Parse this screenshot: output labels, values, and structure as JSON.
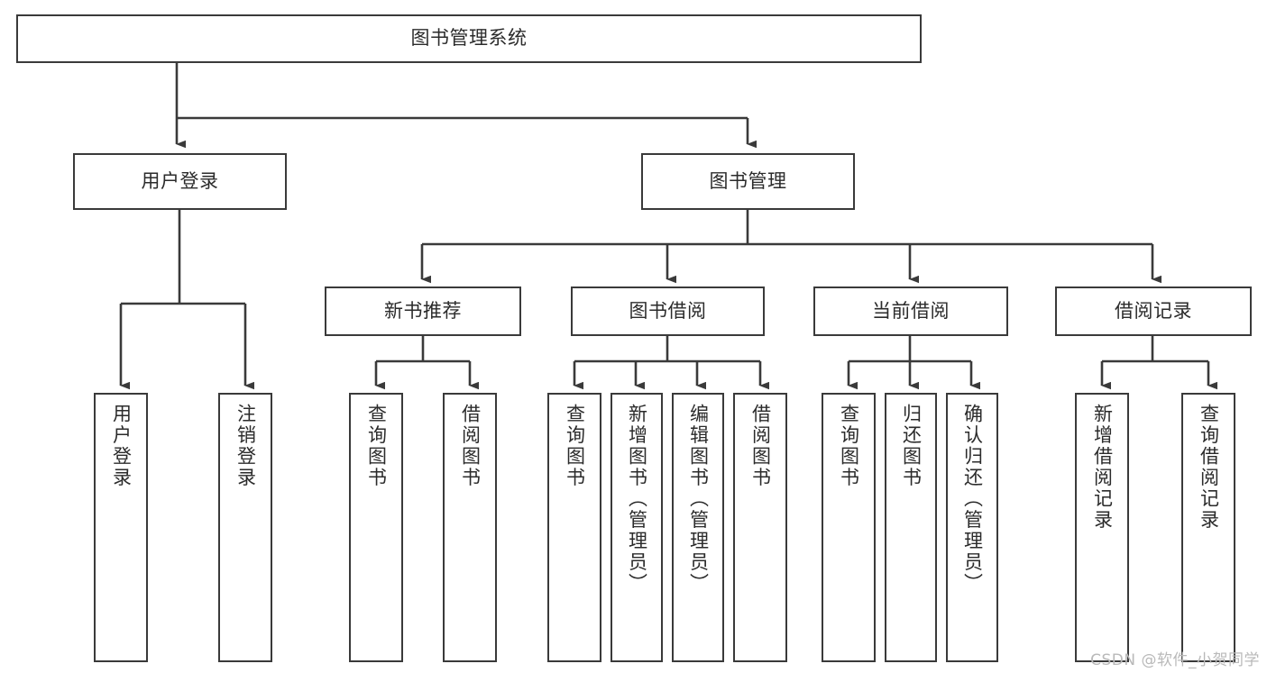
{
  "diagram": {
    "title": "图书管理系统",
    "type": "hierarchy-tree",
    "root": {
      "label": "图书管理系统"
    },
    "level1": [
      {
        "label": "用户登录"
      },
      {
        "label": "图书管理"
      }
    ],
    "level2": [
      {
        "label": "新书推荐"
      },
      {
        "label": "图书借阅"
      },
      {
        "label": "当前借阅"
      },
      {
        "label": "借阅记录"
      }
    ],
    "leaves": {
      "user_login": [
        {
          "label": "用户登录"
        },
        {
          "label": "注销登录"
        }
      ],
      "new_book_recommend": [
        {
          "label": "查询图书"
        },
        {
          "label": "借阅图书"
        }
      ],
      "book_borrow": [
        {
          "label": "查询图书"
        },
        {
          "label": "新增图书（管理员）"
        },
        {
          "label": "编辑图书（管理员）"
        },
        {
          "label": "借阅图书"
        }
      ],
      "current_borrow": [
        {
          "label": "查询图书"
        },
        {
          "label": "归还图书"
        },
        {
          "label": "确认归还（管理员）"
        }
      ],
      "borrow_record": [
        {
          "label": "新增借阅记录"
        },
        {
          "label": "查询借阅记录"
        }
      ]
    }
  },
  "watermark": {
    "text": "CSDN @软件_小贺同学"
  },
  "colors": {
    "border": "#3a3a3a",
    "text": "#2b2b2b",
    "background": "#ffffff",
    "watermark": "#b9b9b9"
  }
}
